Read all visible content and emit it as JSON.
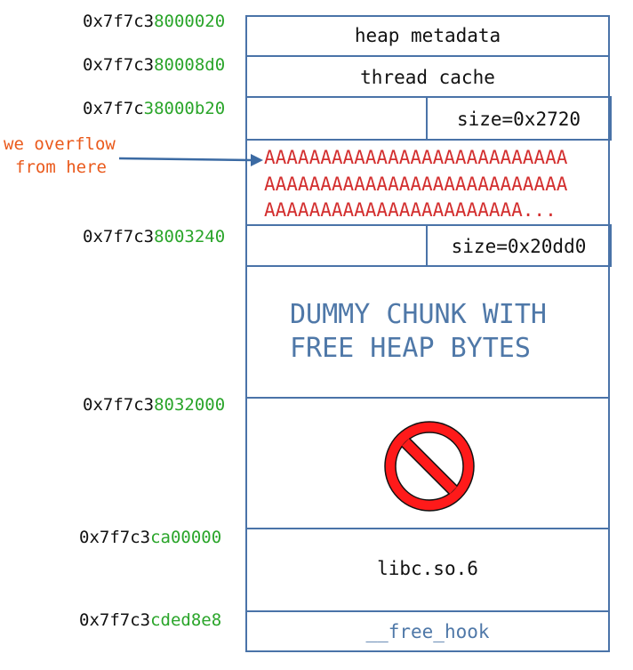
{
  "addresses": [
    {
      "prefix": "0x7f7c3",
      "suffix": "8000020"
    },
    {
      "prefix": "0x7f7c3",
      "suffix": "80008d0"
    },
    {
      "prefix": "0x7f7c",
      "suffix": "38000b20"
    },
    {
      "prefix": "0x7f7c3",
      "suffix": "8003240"
    },
    {
      "prefix": "0x7f7c3",
      "suffix": "8032000"
    },
    {
      "prefix": "0x7f7c3",
      "suffix": "ca00000"
    },
    {
      "prefix": "0x7f7c3",
      "suffix": "cded8e8"
    }
  ],
  "blocks": {
    "heap_metadata": "heap metadata",
    "thread_cache": "thread cache",
    "size1": "size=0x2720",
    "overflow_lines": [
      "AAAAAAAAAAAAAAAAAAAAAAAAAAA",
      "AAAAAAAAAAAAAAAAAAAAAAAAAAA",
      "AAAAAAAAAAAAAAAAAAAAAAA..."
    ],
    "size2": "size=0x20dd0",
    "dummy_line1": "DUMMY CHUNK WITH",
    "dummy_line2": "FREE HEAP BYTES",
    "libc": "libc.so.6",
    "free_hook": "__free_hook"
  },
  "annotation": {
    "line1": "we overflow",
    "line2": "from here"
  },
  "colors": {
    "border": "#4a73a8",
    "address_highlight": "#2aa52a",
    "overflow_text": "#d32f2f",
    "annotation": "#ea5a1c",
    "dummy_text": "#4f78a8",
    "forbidden_sign": "#ff1a1a"
  },
  "icons": [
    "forbidden-sign-icon",
    "arrow-icon"
  ]
}
